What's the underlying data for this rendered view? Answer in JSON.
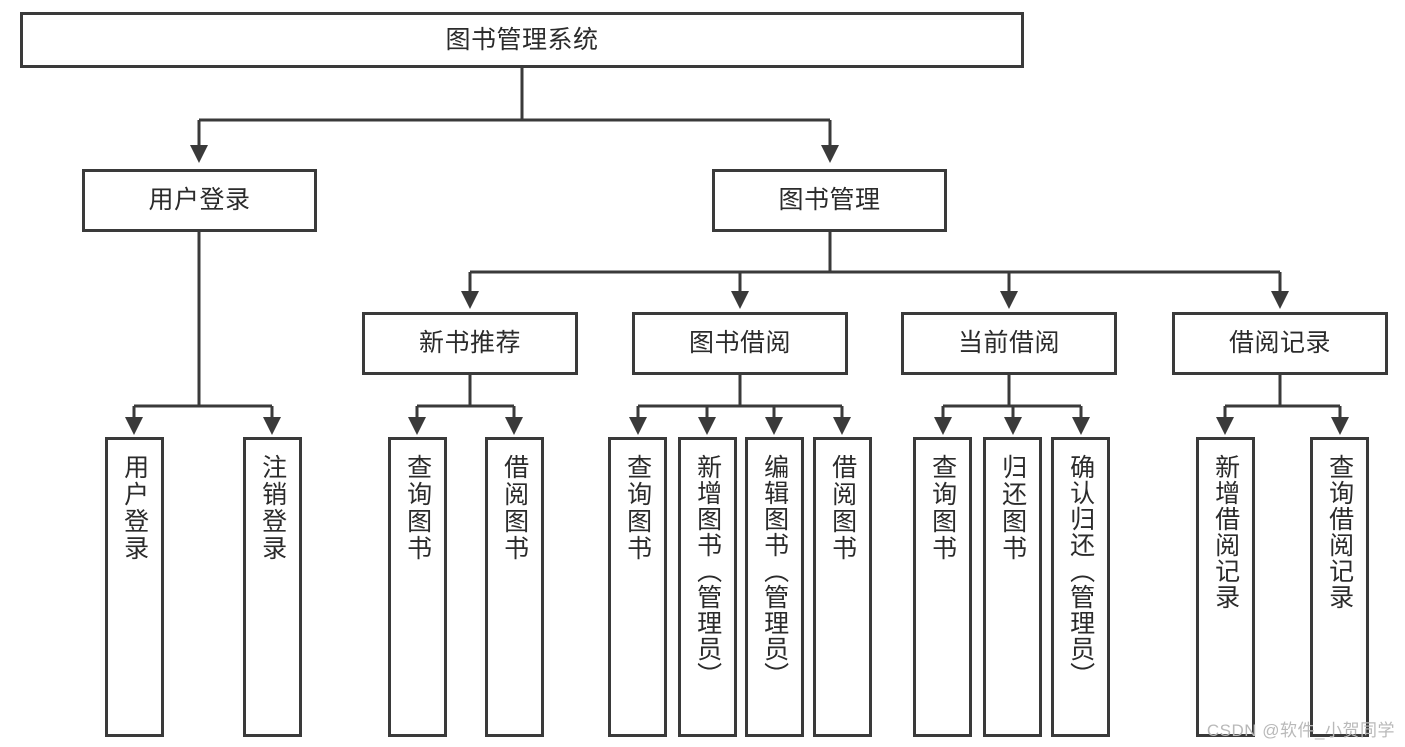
{
  "diagram": {
    "title": "图书管理系统",
    "type": "tree-hierarchy",
    "watermark": "CSDN @软件_小贺同学",
    "colors": {
      "stroke": "#3a3a3a",
      "fill": "#ffffff",
      "text": "#2b2b2b",
      "watermark": "#b9b9b9"
    }
  },
  "nodes": {
    "root": {
      "label": "图书管理系统"
    },
    "level2": [
      {
        "label": "用户登录"
      },
      {
        "label": "图书管理"
      }
    ],
    "level3": [
      {
        "label": "新书推荐"
      },
      {
        "label": "图书借阅"
      },
      {
        "label": "当前借阅"
      },
      {
        "label": "借阅记录"
      }
    ],
    "leaves": {
      "user_login": [
        {
          "label": "用户登录"
        },
        {
          "label": "注销登录"
        }
      ],
      "new_book": [
        {
          "label": "查询图书"
        },
        {
          "label": "借阅图书"
        }
      ],
      "book_borrow": [
        {
          "label": "查询图书"
        },
        {
          "label": "新增图书（管理员）"
        },
        {
          "label": "编辑图书（管理员）"
        },
        {
          "label": "借阅图书"
        }
      ],
      "current_borrow": [
        {
          "label": "查询图书"
        },
        {
          "label": "归还图书"
        },
        {
          "label": "确认归还（管理员）"
        }
      ],
      "borrow_record": [
        {
          "label": "新增借阅记录"
        },
        {
          "label": "查询借阅记录"
        }
      ]
    }
  }
}
